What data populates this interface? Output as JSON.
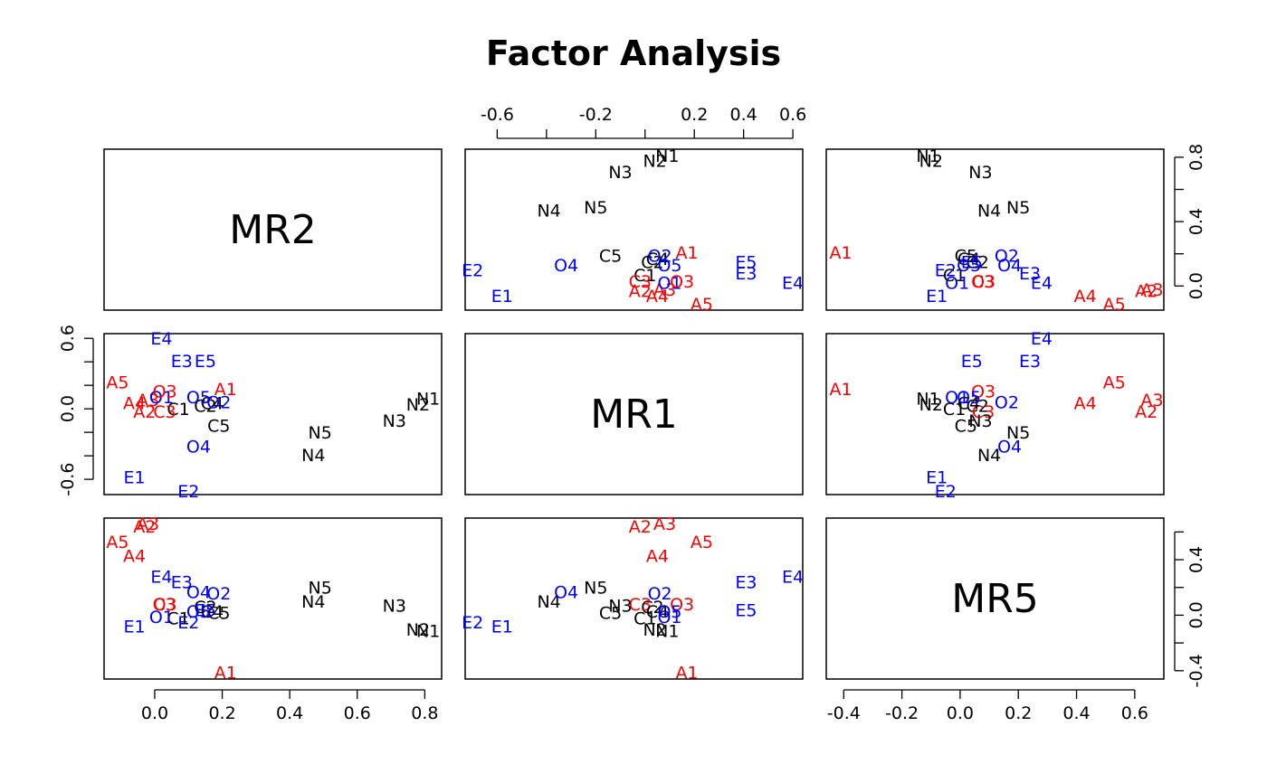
{
  "title": "Factor Analysis",
  "colors": {
    "A": "#ff0000",
    "C": "#000000",
    "E": "#0000ff",
    "N": "#000000",
    "O": "#0000ff",
    "O3": "#ff0000",
    "C3": "#ff0000"
  },
  "variables": [
    "MR2",
    "MR1",
    "MR5"
  ],
  "chart_data": {
    "type": "scatter",
    "title": "Factor Analysis",
    "variables": [
      "MR2",
      "MR1",
      "MR5"
    ],
    "axis_ticks": {
      "MR2": [
        0.0,
        0.2,
        0.4,
        0.6,
        0.8
      ],
      "MR1": [
        -0.6,
        -0.4,
        -0.2,
        0.0,
        0.2,
        0.4,
        0.6
      ],
      "MR1_labels": [
        "-0.6",
        "-0.2",
        "0.2",
        "0.4",
        "0.6"
      ],
      "MR5": [
        -0.4,
        -0.2,
        0.0,
        0.2,
        0.4,
        0.6
      ],
      "MR2_labels": [
        "0.0",
        "0.2",
        "0.4",
        "0.6",
        "0.8"
      ],
      "MR5_labels": [
        "-0.4",
        "-0.2",
        "0.0",
        "0.2",
        "0.4",
        "0.6"
      ],
      "MR1_left_labels": [
        "-0.6",
        "0.0",
        "0.6"
      ],
      "MR2_right_labels": [
        "0.0",
        "0.4",
        "0.8"
      ],
      "MR5_right_labels": [
        "-0.4",
        "0.0",
        "0.4"
      ]
    },
    "ranges": {
      "MR2": [
        -0.15,
        0.85
      ],
      "MR1": [
        -0.73,
        0.64
      ],
      "MR5": [
        -0.46,
        0.7
      ]
    },
    "points": [
      {
        "label": "A1",
        "MR2": 0.21,
        "MR1": 0.17,
        "MR5": -0.41
      },
      {
        "label": "A2",
        "MR2": -0.03,
        "MR1": -0.02,
        "MR5": 0.64
      },
      {
        "label": "A3",
        "MR2": -0.02,
        "MR1": 0.08,
        "MR5": 0.66
      },
      {
        "label": "A4",
        "MR2": -0.06,
        "MR1": 0.05,
        "MR5": 0.43
      },
      {
        "label": "A5",
        "MR2": -0.11,
        "MR1": 0.23,
        "MR5": 0.53
      },
      {
        "label": "C1",
        "MR2": 0.07,
        "MR1": 0.0,
        "MR5": -0.02
      },
      {
        "label": "C2",
        "MR2": 0.15,
        "MR1": 0.03,
        "MR5": 0.06
      },
      {
        "label": "C3",
        "MR2": 0.03,
        "MR1": -0.02,
        "MR5": 0.08
      },
      {
        "label": "C4",
        "MR2": 0.17,
        "MR1": 0.05,
        "MR5": 0.03
      },
      {
        "label": "C5",
        "MR2": 0.19,
        "MR1": -0.14,
        "MR5": 0.02
      },
      {
        "label": "E1",
        "MR2": -0.06,
        "MR1": -0.58,
        "MR5": -0.08
      },
      {
        "label": "E2",
        "MR2": 0.1,
        "MR1": -0.7,
        "MR5": -0.05
      },
      {
        "label": "E3",
        "MR2": 0.08,
        "MR1": 0.41,
        "MR5": 0.24
      },
      {
        "label": "E4",
        "MR2": 0.02,
        "MR1": 0.6,
        "MR5": 0.28
      },
      {
        "label": "E5",
        "MR2": 0.15,
        "MR1": 0.41,
        "MR5": 0.04
      },
      {
        "label": "N1",
        "MR2": 0.81,
        "MR1": 0.09,
        "MR5": -0.11
      },
      {
        "label": "N2",
        "MR2": 0.78,
        "MR1": 0.04,
        "MR5": -0.1
      },
      {
        "label": "N3",
        "MR2": 0.71,
        "MR1": -0.1,
        "MR5": 0.07
      },
      {
        "label": "N4",
        "MR2": 0.47,
        "MR1": -0.39,
        "MR5": 0.1
      },
      {
        "label": "N5",
        "MR2": 0.49,
        "MR1": -0.2,
        "MR5": 0.2
      },
      {
        "label": "O1",
        "MR2": 0.02,
        "MR1": 0.1,
        "MR5": -0.01
      },
      {
        "label": "O2",
        "MR2": 0.19,
        "MR1": 0.06,
        "MR5": 0.16
      },
      {
        "label": "O3",
        "MR2": 0.03,
        "MR1": 0.15,
        "MR5": 0.08
      },
      {
        "label": "O4",
        "MR2": 0.13,
        "MR1": -0.32,
        "MR5": 0.17
      },
      {
        "label": "O5",
        "MR2": 0.13,
        "MR1": 0.1,
        "MR5": 0.03
      }
    ]
  }
}
